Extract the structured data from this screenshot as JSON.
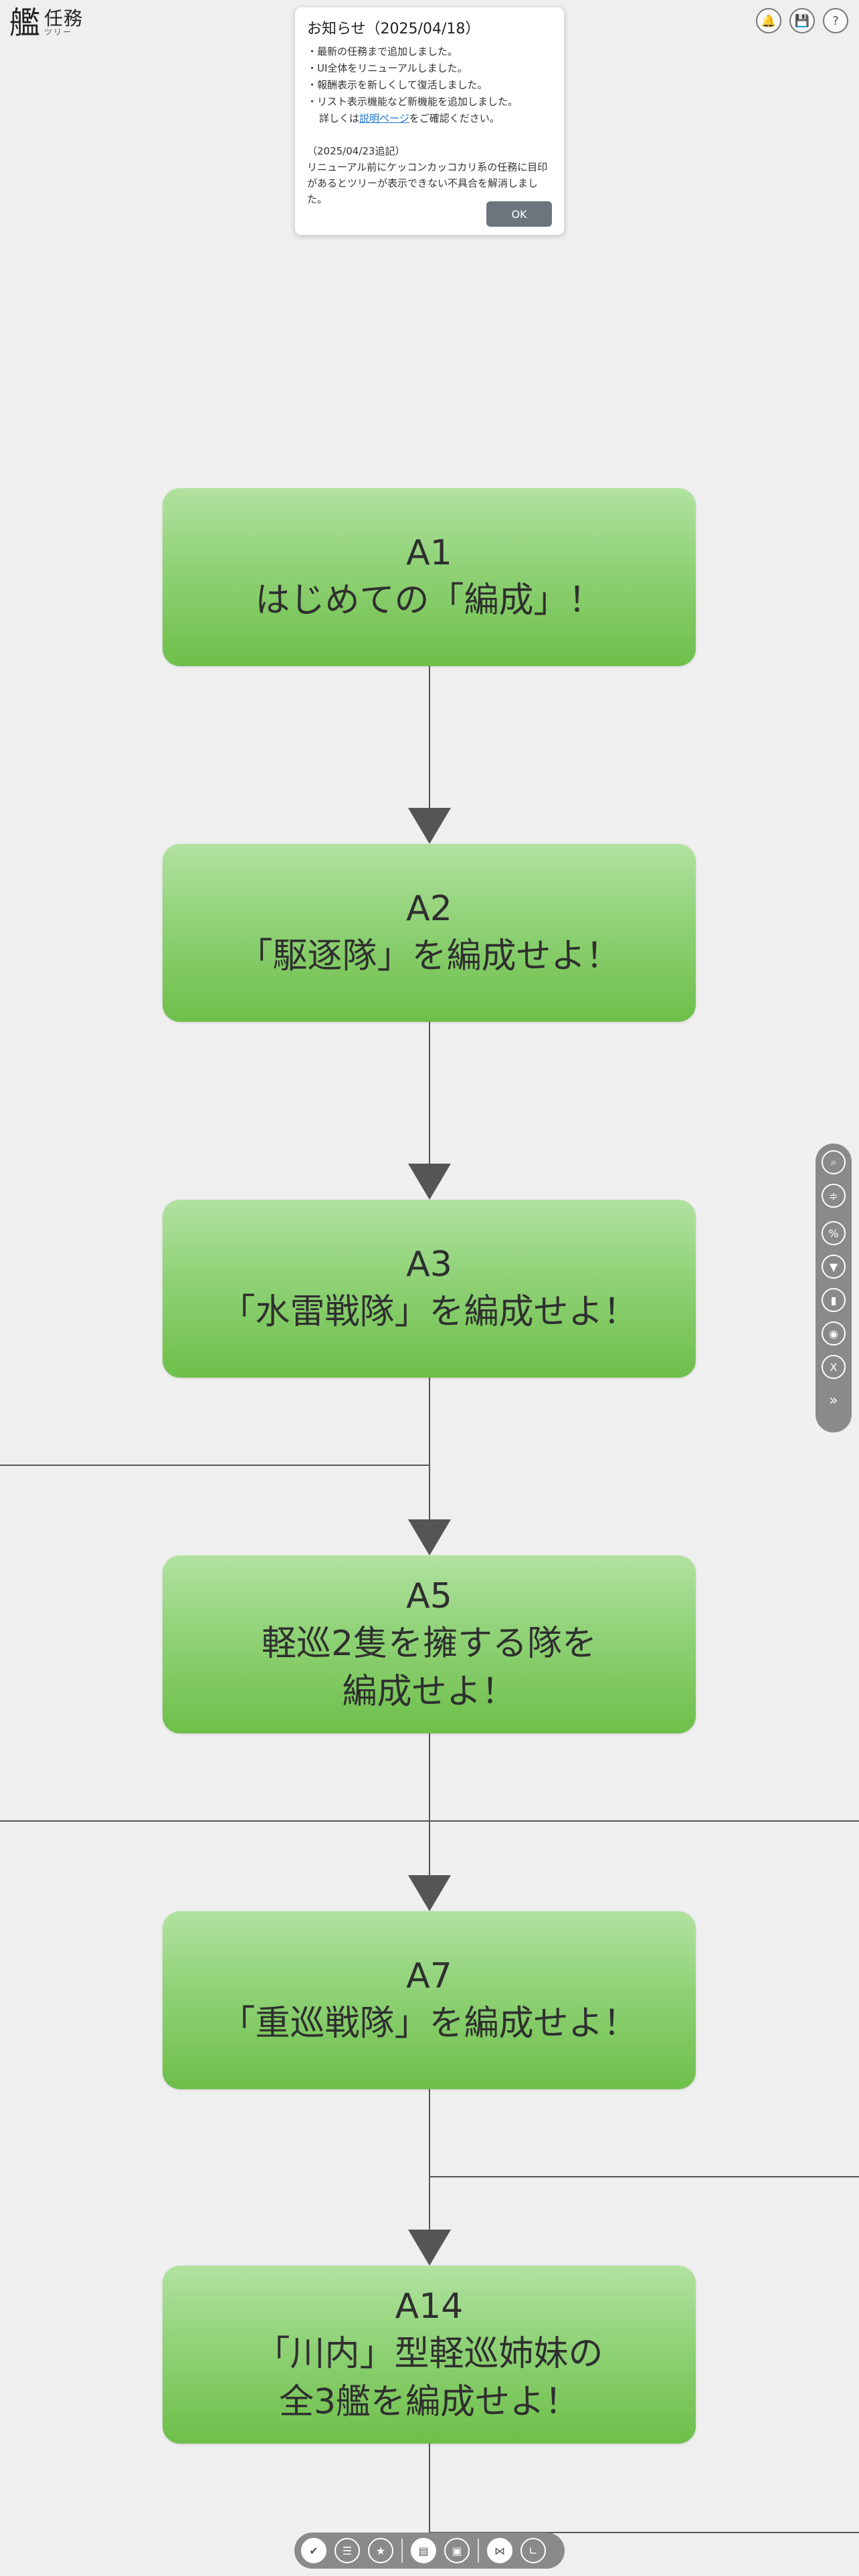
{
  "logo": {
    "mark": "艦",
    "main": "任務",
    "sub": "ツリー"
  },
  "notice": {
    "title": "お知らせ（2025/04/18）",
    "items": [
      "最新の任務まで追加しました。",
      "UI全体をリニューアルしました。",
      "報酬表示を新しくして復活しました。",
      "リスト表示機能など新機能を追加しました。"
    ],
    "detail_prefix": "詳しくは",
    "detail_link": "説明ページ",
    "detail_suffix": "をご確認ください。",
    "addendum_date": "（2025/04/23追記）",
    "addendum_text": "リニューアル前にケッコンカッコカリ系の任務に目印があるとツリーが表示できない不具合を解消しました。",
    "ok_label": "OK"
  },
  "top_buttons": [
    {
      "name": "bell-icon",
      "glyph": "🔔"
    },
    {
      "name": "save-icon",
      "glyph": "💾"
    },
    {
      "name": "help-icon",
      "glyph": "?"
    }
  ],
  "nodes": [
    {
      "id": "A1",
      "label": "はじめての「編成」！"
    },
    {
      "id": "A2",
      "label": "「駆逐隊」を編成せよ！"
    },
    {
      "id": "A3",
      "label": "「水雷戦隊」を編成せよ！"
    },
    {
      "id": "A5",
      "label": "軽巡2隻を擁する隊を\n編成せよ！"
    },
    {
      "id": "A7",
      "label": "「重巡戦隊」を編成せよ！"
    },
    {
      "id": "A14",
      "label": "「川内」型軽巡姉妹の\n全3艦を編成せよ！"
    }
  ],
  "side_toolbar": [
    {
      "name": "search-icon",
      "glyph": "⌕"
    },
    {
      "name": "filter-icon",
      "glyph": "≑"
    },
    {
      "name": "percent-icon",
      "glyph": "%"
    },
    {
      "name": "paint-icon",
      "glyph": "▼"
    },
    {
      "name": "trash-icon",
      "glyph": "▮"
    },
    {
      "name": "camera-icon",
      "glyph": "◉"
    },
    {
      "name": "x-share-icon",
      "glyph": "X"
    },
    {
      "name": "collapse-icon",
      "glyph": "»"
    }
  ],
  "bottom_toolbar": [
    {
      "name": "check-icon",
      "glyph": "✔",
      "filled": true
    },
    {
      "name": "list-icon",
      "glyph": "☰",
      "filled": false
    },
    {
      "name": "star-icon",
      "glyph": "★",
      "filled": false
    },
    {
      "name": "document-icon",
      "glyph": "▤",
      "filled": true
    },
    {
      "name": "gift-icon",
      "glyph": "▣",
      "filled": false
    },
    {
      "name": "tree-icon",
      "glyph": "⋈",
      "filled": true
    },
    {
      "name": "corner-icon",
      "glyph": "∟",
      "filled": false
    }
  ]
}
